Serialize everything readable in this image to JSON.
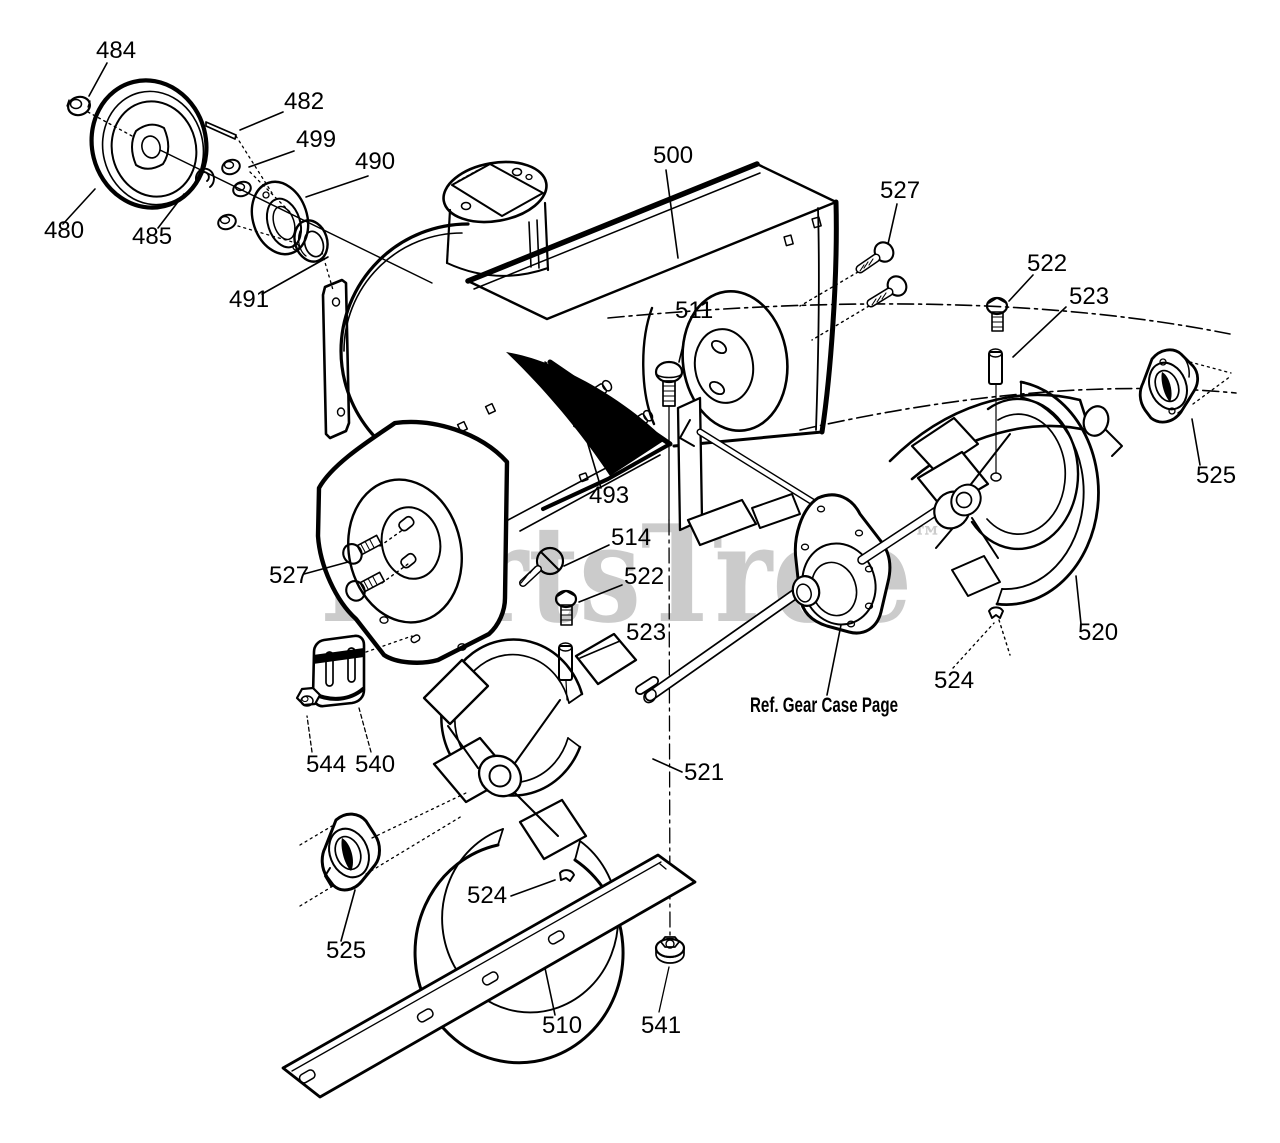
{
  "diagram": {
    "colors": {
      "background": "#ffffff",
      "ink": "#000000",
      "watermark": "#cbcbcb"
    },
    "watermark": {
      "text": "PartsTree",
      "tm": "™"
    },
    "note": {
      "text": "Ref. Gear Case Page"
    },
    "callouts": [
      {
        "text": "484"
      },
      {
        "text": "482"
      },
      {
        "text": "499"
      },
      {
        "text": "490"
      },
      {
        "text": "480"
      },
      {
        "text": "485"
      },
      {
        "text": "491"
      },
      {
        "text": "500"
      },
      {
        "text": "527"
      },
      {
        "text": "511"
      },
      {
        "text": "522"
      },
      {
        "text": "523"
      },
      {
        "text": "525"
      },
      {
        "text": "493"
      },
      {
        "text": "514"
      },
      {
        "text": "522"
      },
      {
        "text": "523"
      },
      {
        "text": "527"
      },
      {
        "text": "520"
      },
      {
        "text": "524"
      },
      {
        "text": "544"
      },
      {
        "text": "540"
      },
      {
        "text": "521"
      },
      {
        "text": "524"
      },
      {
        "text": "525"
      },
      {
        "text": "510"
      },
      {
        "text": "541"
      }
    ]
  }
}
